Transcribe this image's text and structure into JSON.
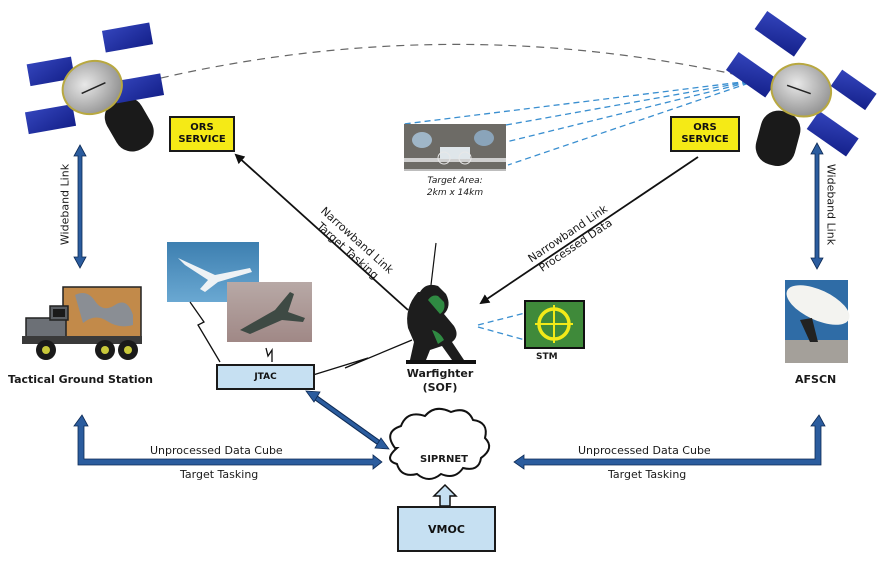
{
  "diagram": {
    "nodes": {
      "left_satellite": {
        "icon": "satellite-icon"
      },
      "right_satellite": {
        "icon": "satellite-icon"
      },
      "ors_service_left": {
        "line1": "ORS",
        "line2": "SERVICE"
      },
      "ors_service_right": {
        "line1": "ORS",
        "line2": "SERVICE"
      },
      "target_area": {
        "line1": "Target Area:",
        "line2": "2km x 14km",
        "icon": "aerial-image-icon"
      },
      "tactical_ground_station": {
        "label": "Tactical Ground Station",
        "icon": "truck-icon"
      },
      "aircraft": {
        "icons": [
          "uav-drone-icon",
          "fighter-jet-icon"
        ]
      },
      "jtac": {
        "label": "JTAC"
      },
      "warfighter": {
        "line1": "Warfighter",
        "line2": "(SOF)",
        "icon": "soldier-icon"
      },
      "stm": {
        "label": "STM",
        "icon": "target-crosshair-icon"
      },
      "afscn": {
        "label": "AFSCN",
        "icon": "satellite-dish-icon"
      },
      "siprnet": {
        "label": "SIPRNET",
        "icon": "cloud-icon"
      },
      "vmoc": {
        "label": "VMOC"
      }
    },
    "links": {
      "wideband_left": {
        "label": "Wideband Link"
      },
      "wideband_right": {
        "label": "Wideband Link"
      },
      "narrowband_left": {
        "line1": "Narrowband Link",
        "line2": "Target Tasking"
      },
      "narrowband_right": {
        "line1": "Narrowband Link",
        "line2": "Processed Data"
      },
      "bottom_left": {
        "line1": "Unprocessed Data Cube",
        "line2": "Target Tasking"
      },
      "bottom_right": {
        "line1": "Unprocessed Data Cube",
        "line2": "Target Tasking"
      }
    },
    "colors": {
      "arrow_blue": "#2b5c9e",
      "arrow_outline": "#0d2a55",
      "ors_yellow": "#f5ea16",
      "box_blue": "#c6e0f2",
      "dashed_blue": "#3a8fd0",
      "panel_blue": "#2233aa"
    }
  }
}
